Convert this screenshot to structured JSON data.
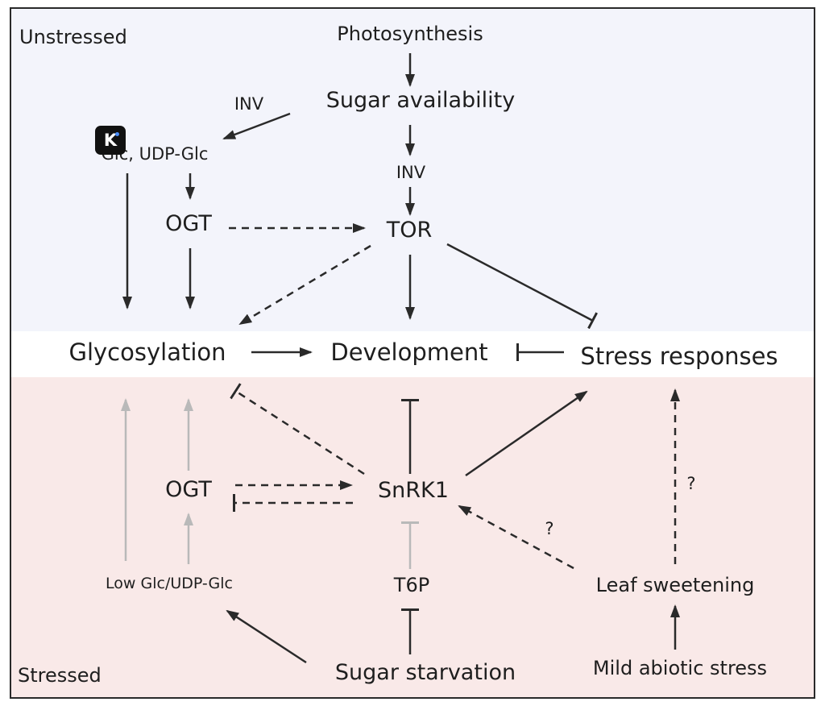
{
  "colors": {
    "unstressed_bg": "#f3f4fb",
    "stressed_bg": "#f9e9e8",
    "arrow": "#2a2a2a",
    "faded_arrow": "#b9b9b9"
  },
  "regions": {
    "unstressed": "Unstressed",
    "stressed": "Stressed"
  },
  "nodes": {
    "photosynthesis": "Photosynthesis",
    "sugar_availability": "Sugar availability",
    "inv_left": "INV",
    "inv_center": "INV",
    "glc_udp_glc": "Glc, UDP-Glc",
    "ogt_top": "OGT",
    "tor": "TOR",
    "glycosylation": "Glycosylation",
    "development": "Development",
    "stress_responses": "Stress responses",
    "ogt_bottom": "OGT",
    "snrk1": "SnRK1",
    "low_glc": "Low Glc/UDP-Glc",
    "t6p": "T6P",
    "leaf_sweetening": "Leaf sweetening",
    "question_1": "?",
    "question_2": "?",
    "sugar_starvation": "Sugar starvation",
    "mild_abiotic_stress": "Mild abiotic stress"
  },
  "watermark_icon": "K"
}
